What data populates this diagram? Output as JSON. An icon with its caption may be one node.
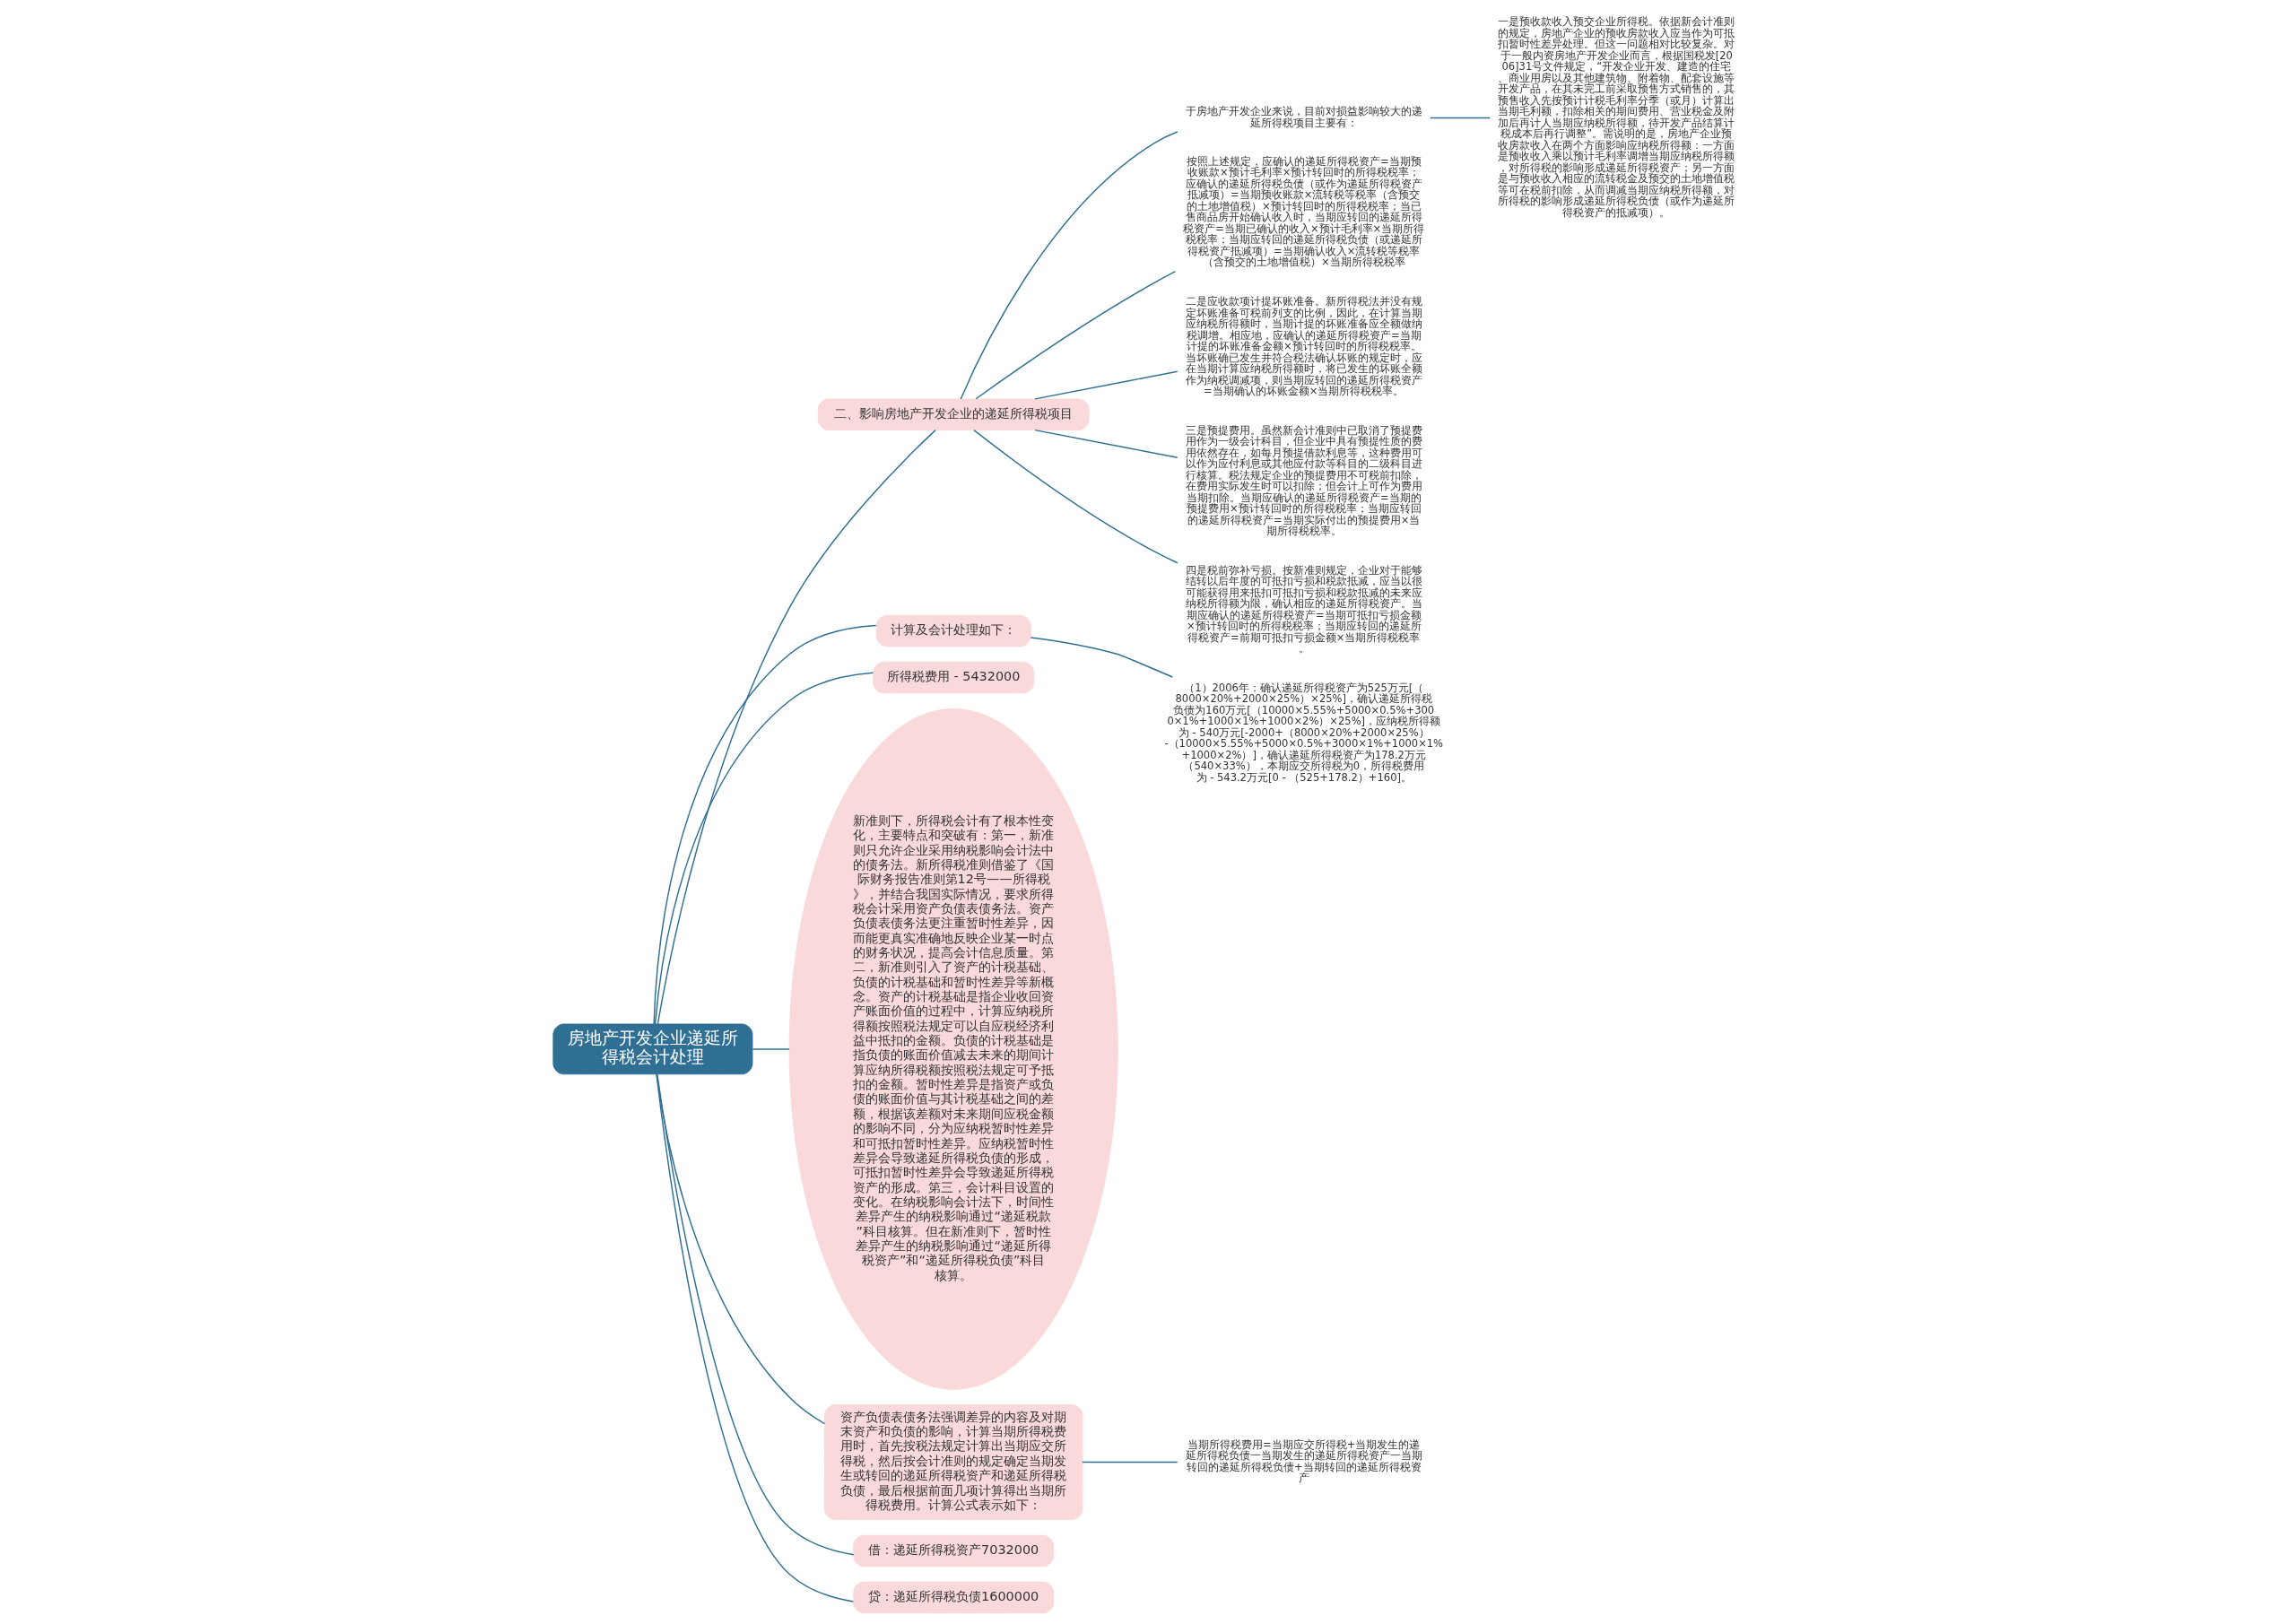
{
  "diagram": {
    "nodes": [
      {
        "text": [
          "房地产开发企业递延所得税会计处理"
        ]
      },
      {
        "text": [
          "二、影响房地产开发企业的递延所得税项目"
        ]
      },
      {
        "text": [
          "于房地产开发企业来说，目前对损益影响较大的递延所得税项目主要有："
        ]
      },
      {
        "text": [
          "一是预收款收入预交企业所得税。依据新会计准则的规定，房地产企业的预收房款收入应当作为可抵扣暂时性差异处理。但这一问题相对比较复杂。对于一般内资房地产开发企业而言，根据国税发[2006]31号文件规定，“开发企业开发、建造的住宅、商业用房以及其他建筑物、附着物、配套设施等开发产品，在其未完工前采取预售方式销售的，其预售收入先按预计计税毛利率分季（或月）计算出当期毛利额，扣除相关的期间费用、营业税金及附加后再计人当期应纳税所得额，待开发产品结算计税成本后再行调整”。需说明的是，房地产企业预收房款收入在两个方面影响应纳税所得额：一方面是预收收入乘以预计毛利率调增当期应纳税所得额，对所得税的影响形成递延所得税资产；另一方面是与预收收入相应的流转税金及预交的土地增值税等可在税前扣除，从而调减当期应纳税所得额，对所得税的影响形成递延所得税负债（或作为递延所得税资产的抵减项）。"
        ]
      },
      {
        "text": [
          "按照上述规定，应确认的递延所得税资产=当期预收账款×预计毛利率×预计转回时的所得税税率；应确认的递延所得税负债（或作为递延所得税资产抵减项）=当期预收账款×流转税等税率（含预交的土地增值税）×预计转回时的所得税税率；当已售商品房开始确认收入时，当期应转回的递延所得税资产=当期已确认的收入×预计毛利率×当期所得税税率；当期应转回的递延所得税负债（或递延所得税资产抵减项）=当期确认收入×流转税等税率（含预交的土地增值税）×当期所得税税率"
        ]
      },
      {
        "text": [
          "二是应收款项计提坏账准备。新所得税法并没有规定坏账准备可税前列支的比例，因此，在计算当期应纳税所得额时，当期计提的坏账准备应全额做纳税调增。相应地，应确认的递延所得税资产=当期计提的坏账准备金额×预计转回时的所得税税率。当坏账确已发生并符合税法确认坏账的规定时，应在当期计算应纳税所得额时，将已发生的坏账全额作为纳税调减项，则当期应转回的递延所得税资产=当期确认的坏账金额×当期所得税税率。"
        ]
      },
      {
        "text": [
          "三是预提费用。虽然新会计准则中已取消了预提费用作为一级会计科目，但企业中具有预提性质的费用依然存在，如每月预提借款利息等，这种费用可以作为应付利息或其他应付款等科目的二级科目进行核算。税法规定企业的预提费用不可税前扣除，在费用实际发生时可以扣除；但会计上可作为费用当期扣除。当期应确认的递延所得税资产=当期的预提费用×预计转回时的所得税税率；当期应转回的递延所得税资产=当期实际付出的预提费用×当期所得税税率。"
        ]
      },
      {
        "text": [
          "四是税前弥补亏损。按新准则规定，企业对于能够结转以后年度的可抵扣亏损和税款抵减，应当以很可能获得用来抵扣可抵扣亏损和税款抵减的未来应纳税所得额为限，确认相应的递延所得税资产。当期应确认的递延所得税资产=当期可抵扣亏损金额×预计转回时的所得税税率；当期应转回的递延所得税资产=前期可抵扣亏损金额×当期所得税税率。"
        ]
      },
      {
        "text": [
          "计算及会计处理如下："
        ]
      },
      {
        "text": [
          "（1）2006年：确认递延所得税资产为525万元[（8000×20%+2000×25%）×25%]，确认递延所得税负债为160万元[（10000×5.55%+5000×0.5%+3000×1%+1000×1%+1000×2%）×25%]，应纳税所得额为 - 540万元[-2000+（8000×20%+2000×25%）-（10000×5.55%+5000×0.5%+3000×1%+1000×1%+1000×2%）]，确认递延所得税资产为178.2万元（540×33%），本期应交所得税为0，所得税费用为 - 543.2万元[0 - （525+178.2）+160]。"
        ]
      },
      {
        "text": [
          "所得税费用 - 5432000"
        ]
      },
      {
        "text": [
          "新准则下，所得税会计有了根本性变化，主要特点和突破有：第一，新准则只允许企业采用纳税影响会计法中的债务法。新所得税准则借鉴了《国际财务报告准则第12号——所得税》，并结合我国实际情况，要求所得税会计采用资产负债表债务法。资产负债表债务法更注重暂时性差异，因而能更真实准确地反映企业某一时点的财务状况，提高会计信息质量。第二，新准则引入了资产的计税基础、负债的计税基础和暂时性差异等新概念。资产的计税基础是指企业收回资产账面价值的过程中，计算应纳税所得额按照税法规定可以自应税经济利益中抵扣的金额。负债的计税基础是指负债的账面价值减去未来的期间计算应纳所得税额按照税法规定可予抵扣的金额。暂时性差异是指资产或负债的账面价值与其计税基础之间的差额，根据该差额对未来期间应税金额的影响不同，分为应纳税暂时性差异和可抵扣暂时性差异。应纳税暂时性差异会导致递延所得税负债的形成，可抵扣暂时性差异会导致递延所得税资产的形成。第三，会计科目设置的变化。在纳税影响会计法下，时间性差异产生的纳税影响通过“递延税款”科目核算。但在新准则下，暂时性差异产生的纳税影响通过“递延所得税资产”和“递延所得税负债”科目核算。"
        ]
      },
      {
        "text": [
          "资产负债表债务法强调差异的内容及对期末资产和负债的影响，计算当期所得税费用时，首先按税法规定计算出当期应交所得税，然后按会计准则的规定确定当期发生或转回的递延所得税资产和递延所得税负债，最后根据前面几项计算得出当期所得税费用。计算公式表示如下："
        ]
      },
      {
        "text": [
          "当期所得税费用=当期应交所得税+当期发生的递延所得税负债一当期发生的递延所得税资产一当期转回的递延所得税负债+当期转回的递延所得税资产"
        ]
      },
      {
        "text": [
          "借：递延所得税资产7032000"
        ]
      },
      {
        "text": [
          "贷：递延所得税负债1600000"
        ]
      }
    ],
    "edges": [
      {
        "from": 0,
        "to": 1,
        "arrow": "none"
      },
      {
        "from": 1,
        "to": 2,
        "arrow": "none"
      },
      {
        "from": 2,
        "to": 3,
        "arrow": "none"
      },
      {
        "from": 1,
        "to": 4,
        "arrow": "none"
      },
      {
        "from": 1,
        "to": 5,
        "arrow": "none"
      },
      {
        "from": 1,
        "to": 6,
        "arrow": "none"
      },
      {
        "from": 1,
        "to": 7,
        "arrow": "none"
      },
      {
        "from": 0,
        "to": 8,
        "arrow": "none"
      },
      {
        "from": 8,
        "to": 9,
        "arrow": "none"
      },
      {
        "from": 0,
        "to": 10,
        "arrow": "none"
      },
      {
        "from": 0,
        "to": 11,
        "arrow": "none"
      },
      {
        "from": 0,
        "to": 12,
        "arrow": "none"
      },
      {
        "from": 12,
        "to": 13,
        "arrow": "none"
      },
      {
        "from": 0,
        "to": 14,
        "arrow": "none"
      },
      {
        "from": 0,
        "to": 15,
        "arrow": "none"
      }
    ]
  }
}
